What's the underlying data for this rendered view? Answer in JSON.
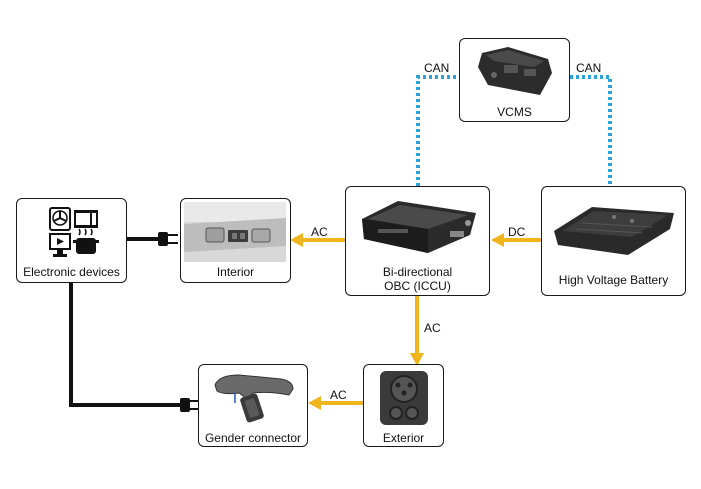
{
  "nodes": {
    "vcms": {
      "label": "VCMS"
    },
    "electronic_devices": {
      "label": "Electronic devices"
    },
    "interior": {
      "label": "Interior"
    },
    "obc": {
      "label_line1": "Bi-directional",
      "label_line2": "OBC (ICCU)"
    },
    "battery": {
      "label": "High Voltage Battery"
    },
    "exterior": {
      "label": "Exterior"
    },
    "gender_connector": {
      "label": "Gender connector"
    }
  },
  "edges": {
    "can_left": "CAN",
    "can_right": "CAN",
    "dc": "DC",
    "ac_interior": "AC",
    "ac_down": "AC",
    "ac_gender": "AC"
  },
  "colors": {
    "ac_dc_arrow": "#f0b41c",
    "can_line": "#2aa3dc",
    "power_cable": "#111111"
  }
}
